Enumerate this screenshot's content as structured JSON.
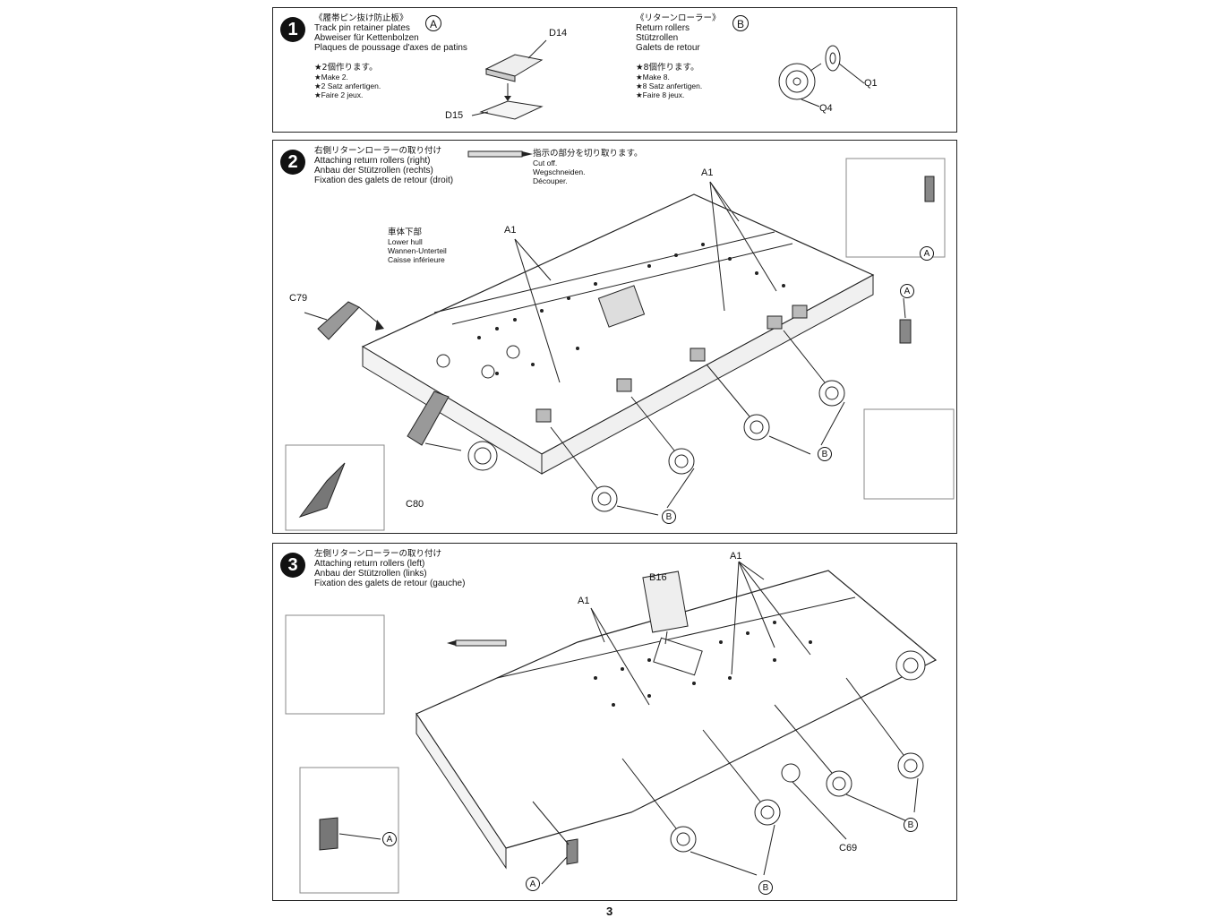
{
  "steps": [
    {
      "number": "1",
      "title": {
        "jp": "《履帯ピン抜け防止板》",
        "en": "Track pin retainer plates",
        "de": "Abweiser für Kettenbolzen",
        "fr": "Plaques de poussage d'axes de patins"
      },
      "badge": "A",
      "notes": [
        "★2個作ります。",
        "★Make 2.",
        "★2 Satz anfertigen.",
        "★Faire 2 jeux."
      ],
      "parts": [
        "D14",
        "D15"
      ],
      "second": {
        "title": {
          "jp": "《リターンローラー》",
          "en": "Return rollers",
          "de": "Stützrollen",
          "fr": "Galets de retour"
        },
        "badge": "B",
        "notes": [
          "★8個作ります。",
          "★Make 8.",
          "★8 Satz anfertigen.",
          "★Faire 8 jeux."
        ],
        "parts": [
          "Q1",
          "Q4"
        ]
      }
    },
    {
      "number": "2",
      "title": {
        "jp": "右側リターンローラーの取り付け",
        "en": "Attaching return rollers (right)",
        "de": "Anbau der Stützrollen (rechts)",
        "fr": "Fixation des galets de retour (droit)"
      },
      "cut_note": [
        "指示の部分を切り取ります。",
        "Cut off.",
        "Wegschneiden.",
        "Découper."
      ],
      "hull_label": [
        "車体下部",
        "Lower hull",
        "Wannen-Unterteil",
        "Caisse inférieure"
      ],
      "parts": [
        "A1",
        "A1",
        "C79",
        "C80"
      ],
      "callouts": [
        "A",
        "A",
        "B",
        "B"
      ]
    },
    {
      "number": "3",
      "title": {
        "jp": "左側リターンローラーの取り付け",
        "en": "Attaching return rollers (left)",
        "de": "Anbau der Stützrollen (links)",
        "fr": "Fixation des galets de retour (gauche)"
      },
      "parts": [
        "B16",
        "A1",
        "A1",
        "C69"
      ],
      "callouts": [
        "A",
        "A",
        "B",
        "B"
      ]
    }
  ],
  "page_number": "3"
}
